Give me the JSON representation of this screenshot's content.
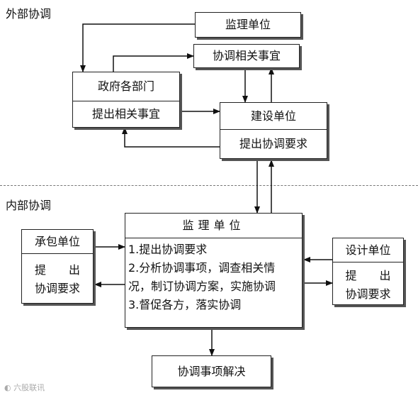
{
  "sections": {
    "external": "外部协调",
    "internal": "内部协调"
  },
  "external": {
    "supervisor_top": "监理单位",
    "coordinate_matters": "协调相关事宜",
    "government": {
      "title": "政府各部门",
      "body": "提出相关事宜"
    },
    "construction": {
      "title": "建设单位",
      "body": "提出协调要求"
    }
  },
  "internal": {
    "supervisor": {
      "title": "监理单位",
      "items": [
        "1.提出协调要求",
        "2.分析协调事项，调查相关情",
        "况，制订协调方案，实施协调",
        "3.督促各方，落实协调"
      ]
    },
    "contractor": {
      "title": "承包单位",
      "body_line1": "提　　出",
      "body_line2": "协调要求"
    },
    "designer": {
      "title": "设计单位",
      "body_line1": "提　　出",
      "body_line2": "协调要求"
    },
    "result": "协调事项解决"
  },
  "watermark": "六股联讯"
}
